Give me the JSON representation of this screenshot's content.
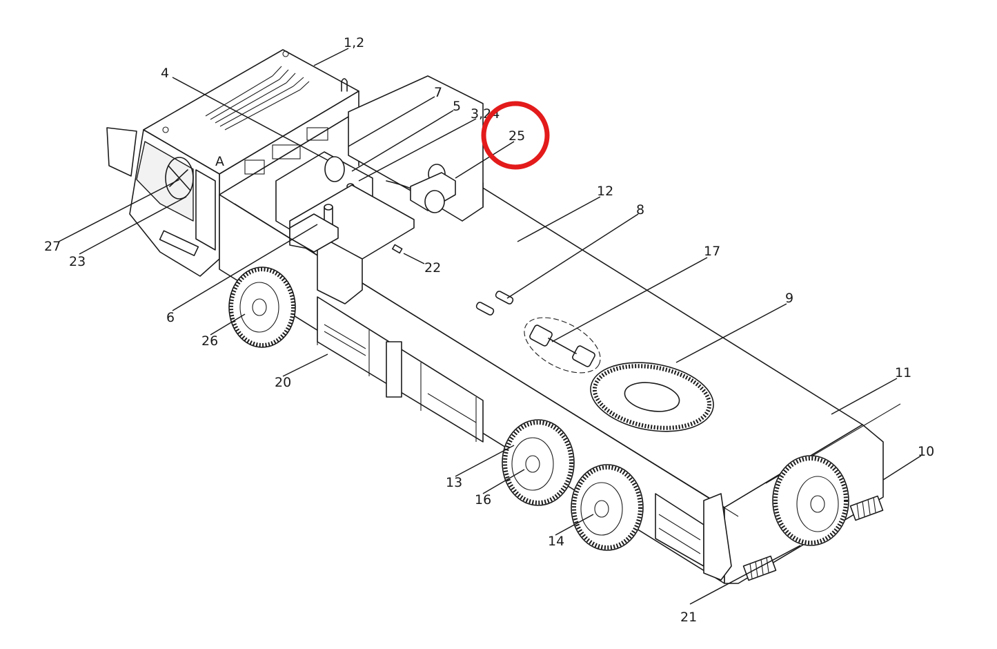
{
  "labels": {
    "l_1_2": "1,2",
    "l_4": "4",
    "l_7": "7",
    "l_5": "5",
    "l_3_24": "3,24",
    "l_25": "25",
    "l_12": "12",
    "l_8": "8",
    "l_17": "17",
    "l_9": "9",
    "l_11": "11",
    "l_10": "10",
    "l_27": "27",
    "l_23": "23",
    "l_6": "6",
    "l_22": "22",
    "l_26": "26",
    "l_20": "20",
    "l_13": "13",
    "l_16": "16",
    "l_14": "14",
    "l_21": "21",
    "cab_mark": "A"
  },
  "highlight": {
    "target": "25",
    "color": "#e31b1b"
  }
}
